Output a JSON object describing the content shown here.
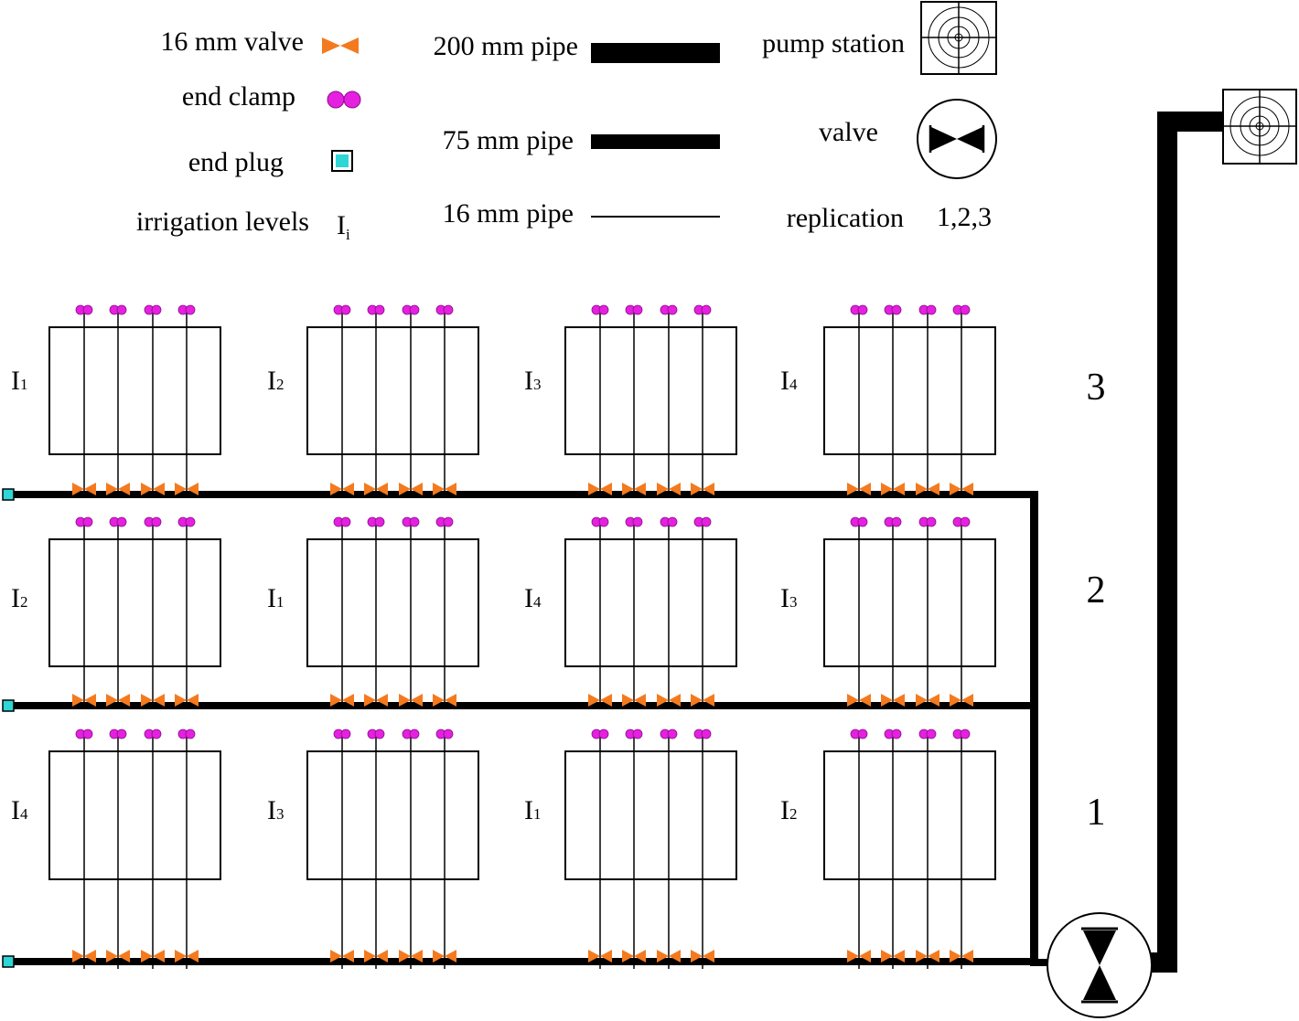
{
  "legend": {
    "valve_16mm": "16 mm valve",
    "end_clamp": "end clamp",
    "end_plug": "end plug",
    "irrigation_levels": "irrigation levels",
    "irrigation_symbol": "I",
    "irrigation_symbol_sub": "i",
    "pipe_200mm": "200 mm pipe",
    "pipe_75mm": "75 mm pipe",
    "pipe_16mm": "16 mm pipe",
    "pump_station": "pump station",
    "valve": "valve",
    "replication": "replication",
    "replication_values": "1,2,3"
  },
  "replications": [
    {
      "number": "3",
      "plots": [
        {
          "level": "I",
          "sub": "1"
        },
        {
          "level": "I",
          "sub": "2"
        },
        {
          "level": "I",
          "sub": "3"
        },
        {
          "level": "I",
          "sub": "4"
        }
      ]
    },
    {
      "number": "2",
      "plots": [
        {
          "level": "I",
          "sub": "2"
        },
        {
          "level": "I",
          "sub": "1"
        },
        {
          "level": "I",
          "sub": "4"
        },
        {
          "level": "I",
          "sub": "3"
        }
      ]
    },
    {
      "number": "1",
      "plots": [
        {
          "level": "I",
          "sub": "4"
        },
        {
          "level": "I",
          "sub": "3"
        },
        {
          "level": "I",
          "sub": "1"
        },
        {
          "level": "I",
          "sub": "2"
        }
      ]
    }
  ],
  "colors": {
    "valve_orange": "#f47a1f",
    "clamp_magenta": "#e520e0",
    "plug_cyan": "#2fd6d6",
    "pipe_black": "#000000"
  },
  "icons": {
    "valve_16mm": "bowtie-valve-icon",
    "end_clamp": "double-circle-clamp-icon",
    "end_plug": "square-plug-icon",
    "pump_station": "concentric-target-square-icon",
    "valve": "circle-bowtie-valve-icon"
  }
}
